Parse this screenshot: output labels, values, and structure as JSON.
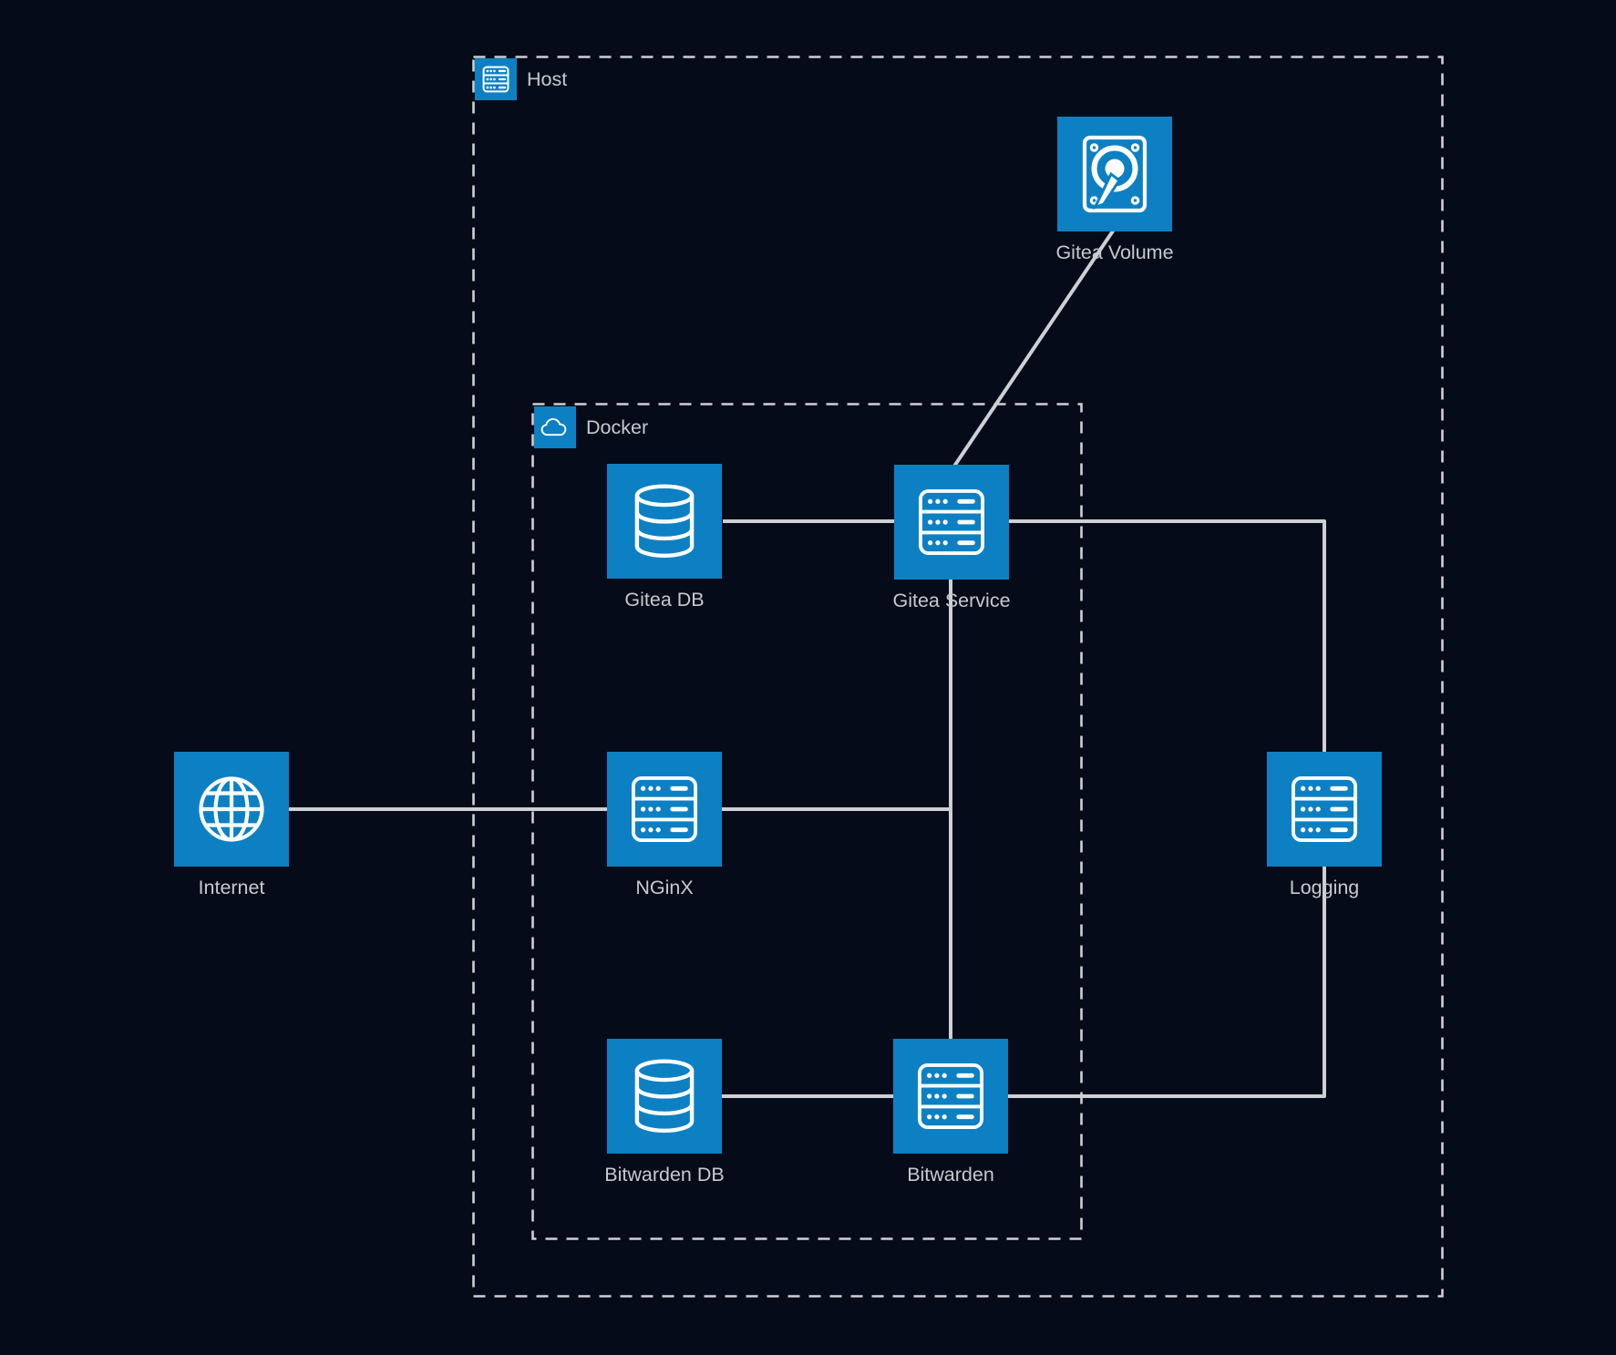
{
  "diagram": {
    "type": "infrastructure-diagram",
    "colors": {
      "background": "#060b19",
      "node_fill": "#0d80c4",
      "icon_stroke": "#ffffff",
      "edge_color": "#cdd0d4",
      "container_border": "#cdd0d4",
      "label_color": "#c6cacd"
    }
  },
  "containers": [
    {
      "id": "host",
      "label": "Host",
      "icon": "server-icon"
    },
    {
      "id": "docker",
      "label": "Docker",
      "icon": "cloud-icon"
    }
  ],
  "nodes": [
    {
      "id": "gitea-volume",
      "label": "Gitea Volume",
      "icon": "hard-disk-icon",
      "container": "host"
    },
    {
      "id": "gitea-db",
      "label": "Gitea DB",
      "icon": "database-icon",
      "container": "docker"
    },
    {
      "id": "gitea-service",
      "label": "Gitea Service",
      "icon": "server-icon",
      "container": "docker"
    },
    {
      "id": "internet",
      "label": "Internet",
      "icon": "globe-icon",
      "container": "none"
    },
    {
      "id": "nginx",
      "label": "NGinX",
      "icon": "server-icon",
      "container": "docker"
    },
    {
      "id": "logging",
      "label": "Logging",
      "icon": "server-icon",
      "container": "host"
    },
    {
      "id": "bitwarden-db",
      "label": "Bitwarden DB",
      "icon": "database-icon",
      "container": "docker"
    },
    {
      "id": "bitwarden",
      "label": "Bitwarden",
      "icon": "server-icon",
      "container": "docker"
    }
  ],
  "edges": [
    {
      "from": "internet",
      "to": "nginx"
    },
    {
      "from": "nginx",
      "to": "gitea-service"
    },
    {
      "from": "gitea-db",
      "to": "gitea-service"
    },
    {
      "from": "gitea-service",
      "to": "gitea-volume"
    },
    {
      "from": "gitea-service",
      "to": "bitwarden"
    },
    {
      "from": "gitea-service",
      "to": "logging"
    },
    {
      "from": "bitwarden-db",
      "to": "bitwarden"
    },
    {
      "from": "bitwarden",
      "to": "logging"
    }
  ]
}
